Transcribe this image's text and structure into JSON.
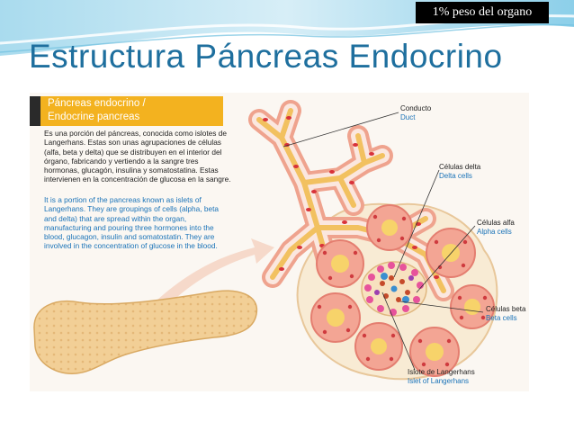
{
  "badge": "1% peso del organo",
  "title": "Estructura Páncreas Endocrino",
  "figure": {
    "header_es": "Páncreas endocrino /",
    "header_en": "Endocrine pancreas",
    "description_es": "Es una porción del páncreas, conocida como islotes de Langerhans. Estas son unas agrupaciones de células (alfa, beta y delta) que se distribuyen en el interior del órgano, fabricando y vertiendo a la sangre tres hormonas, glucagón, insulina y somatostatina. Estas intervienen en la concentración de glucosa en la sangre.",
    "description_en": "It is a portion of the pancreas known as islets of Langerhans. They are groupings of cells (alpha, beta and delta) that are spread within the organ, manufacturing and pouring three hormones into the blood, glucagon, insulin and somatostatin. They are involved in the concentration of glucose in the blood.",
    "labels": {
      "duct_es": "Conducto",
      "duct_en": "Duct",
      "delta_es": "Células delta",
      "delta_en": "Delta cells",
      "alpha_es": "Células alfa",
      "alpha_en": "Alpha cells",
      "beta_es": "Células beta",
      "beta_en": "Beta cells",
      "islet_es": "Islote de Langerhans",
      "islet_en": "Islet of Langerhans"
    }
  },
  "colors": {
    "title": "#1e6f9e",
    "header": "#f3b21f",
    "english_text": "#1a73b8",
    "acinus": "#f0a08e",
    "cell_nucleus": "#d8323a",
    "duct": "#f2c160",
    "pancreas": "#f2cf96"
  }
}
